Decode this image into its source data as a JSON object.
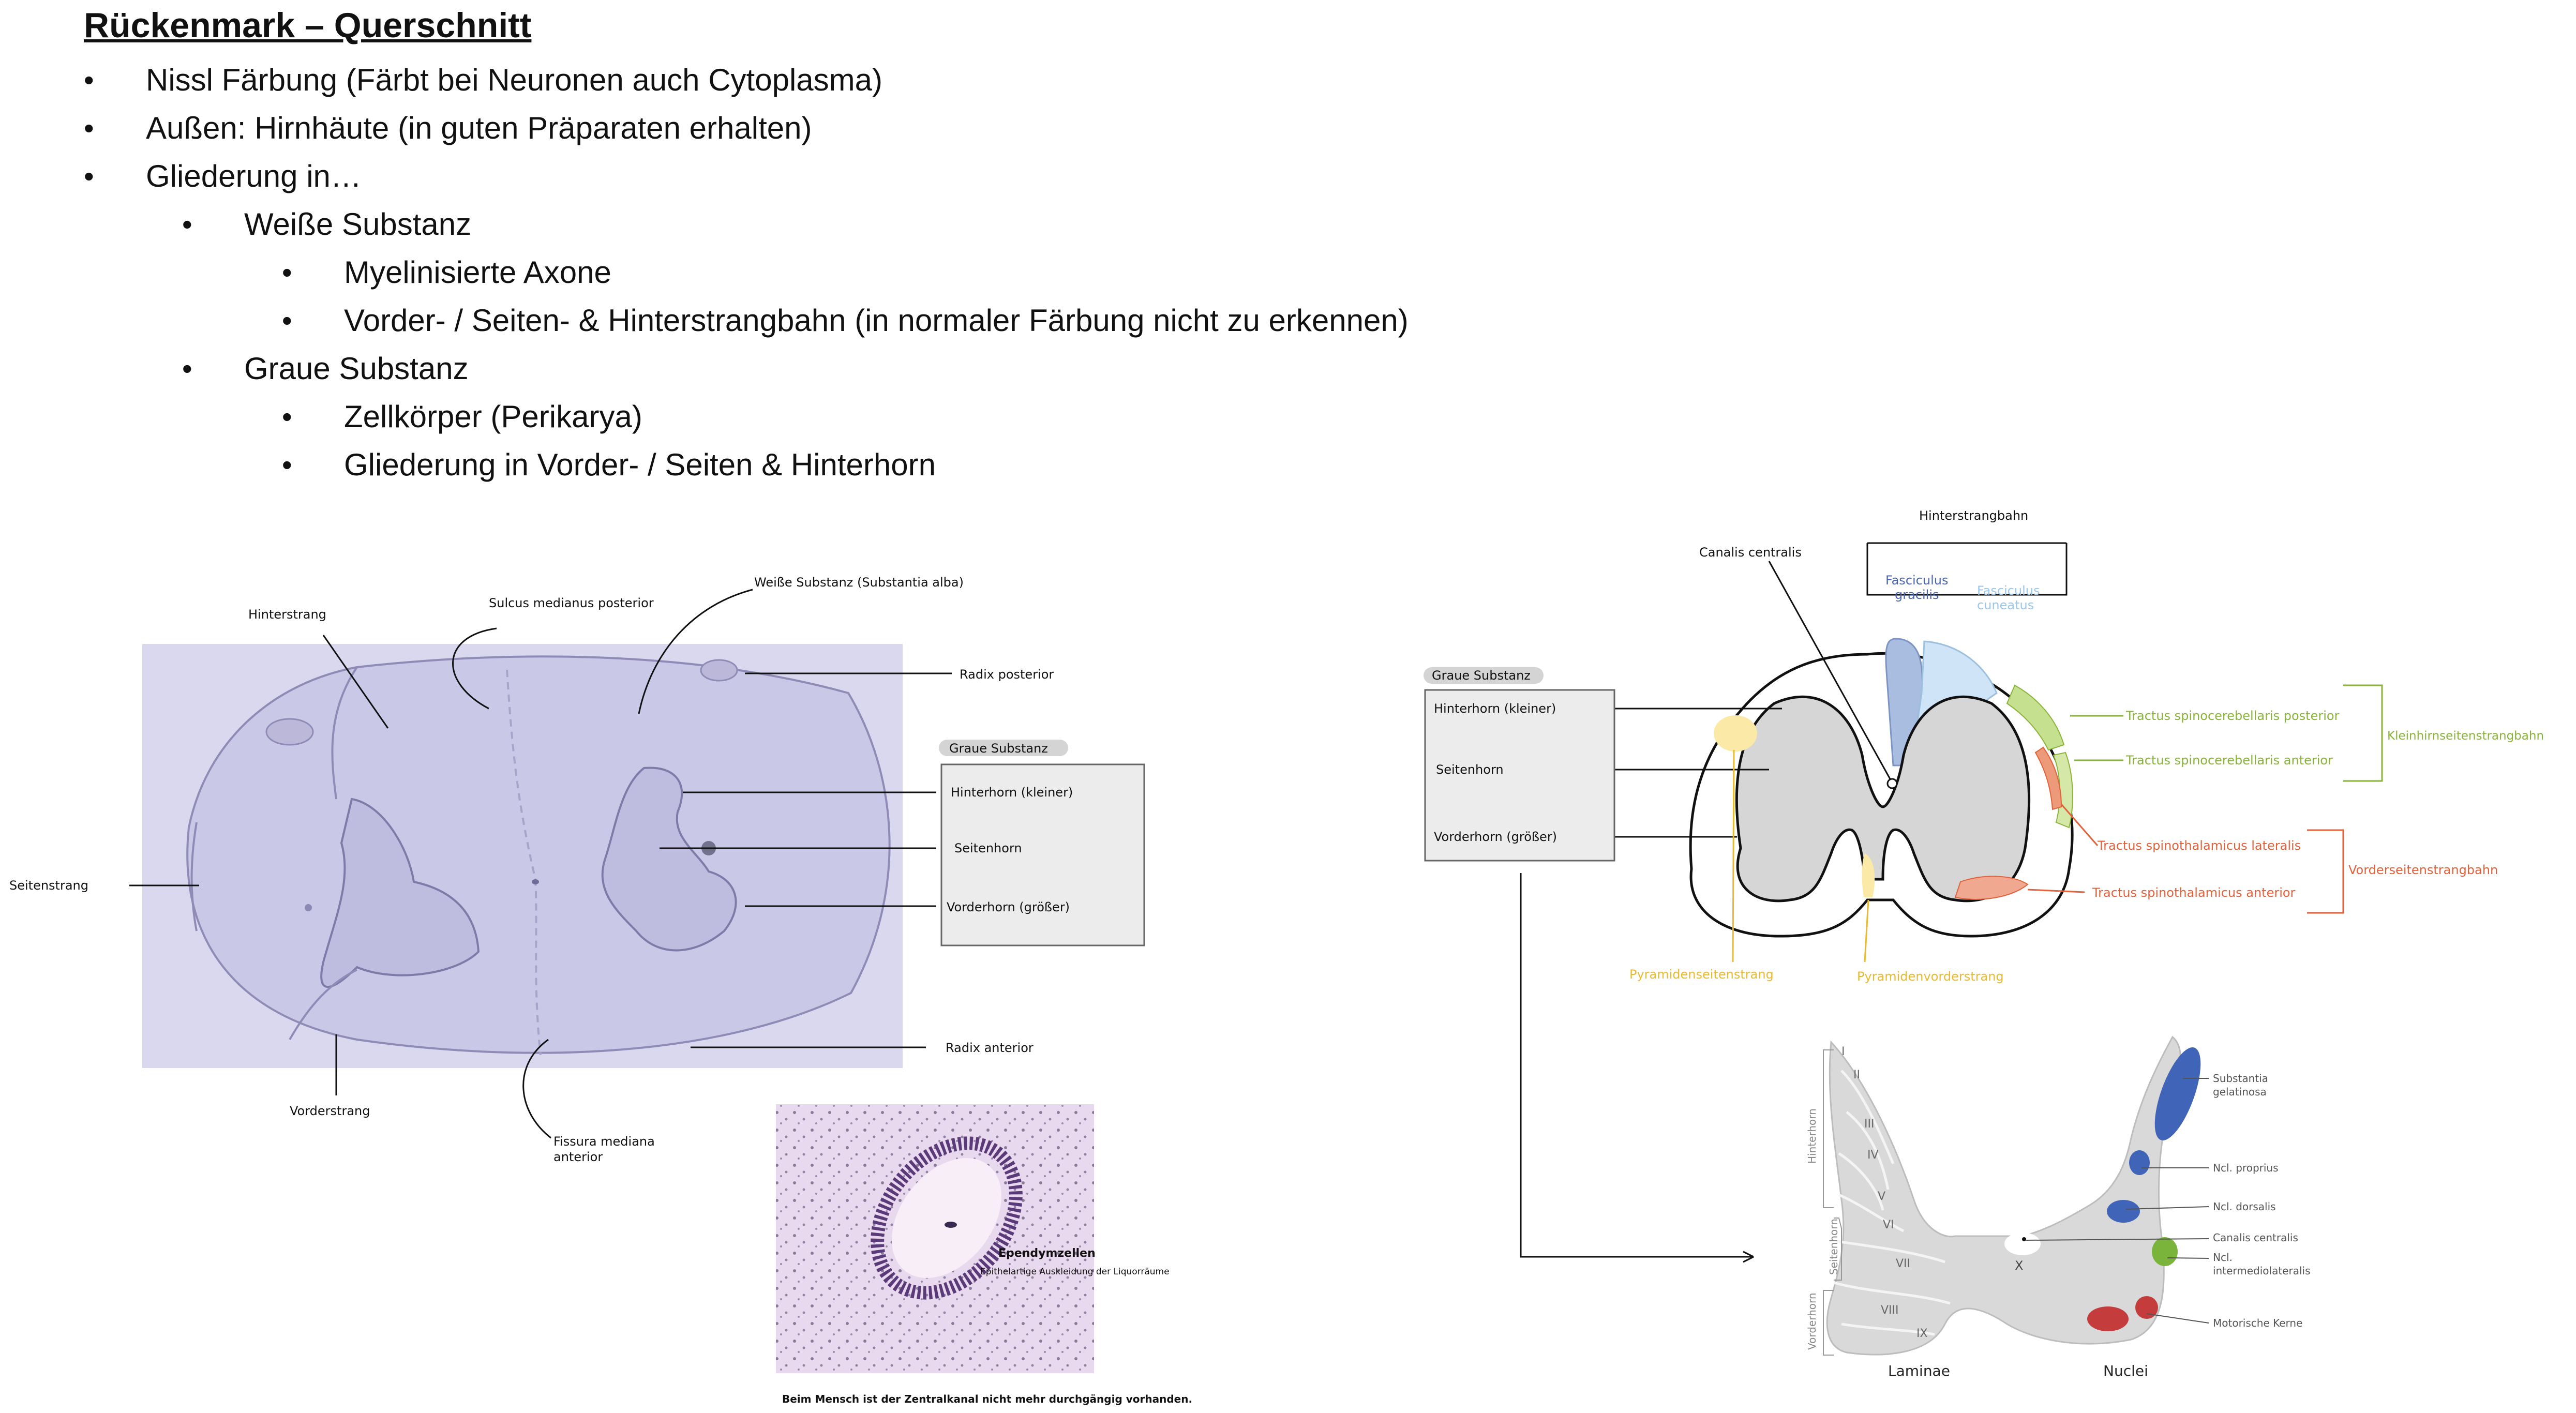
{
  "title": "Rückenmark – Querschnitt",
  "bullets": [
    {
      "level": 1,
      "text": "Nissl Färbung (Färbt bei Neuronen auch Cytoplasma)"
    },
    {
      "level": 1,
      "text": "Außen: Hirnhäute (in guten Präparaten erhalten)"
    },
    {
      "level": 1,
      "text": "Gliederung in…"
    },
    {
      "level": 2,
      "text": "Weiße Substanz"
    },
    {
      "level": 3,
      "text": "Myelinisierte Axone"
    },
    {
      "level": 3,
      "text": "Vorder- / Seiten- & Hinterstrangbahn (in normaler Färbung nicht zu erkennen)"
    },
    {
      "level": 2,
      "text": "Graue Substanz"
    },
    {
      "level": 3,
      "text": "Zellkörper (Perikarya)"
    },
    {
      "level": 3,
      "text": "Gliederung in Vorder- / Seiten & Hinterhorn"
    }
  ],
  "histology": {
    "hinterstrang": "Hinterstrang",
    "sulcus": "Sulcus medianus posterior",
    "weisse": "Weiße Substanz (Substantia alba)",
    "radix_posterior": "Radix posterior",
    "graue_title": "Graue Substanz",
    "hinterhorn": "Hinterhorn (kleiner)",
    "seitenhorn": "Seitenhorn",
    "vorderhorn": "Vorderhorn (größer)",
    "seitenstrang": "Seitenstrang",
    "radix_anterior": "Radix anterior",
    "vorderstrang": "Vorderstrang",
    "fissura_1": "Fissura mediana",
    "fissura_2": "anterior"
  },
  "ependym": {
    "label": "Ependymzellen",
    "sub": "Epithelartige Auskleidung der Liquorräume",
    "caption": "Beim Mensch ist der Zentralkanal nicht mehr durchgängig vorhanden."
  },
  "schema": {
    "hinterstrangbahn": "Hinterstrangbahn",
    "canalis": "Canalis centralis",
    "gracilis_1": "Fasciculus",
    "gracilis_2": "gracilis",
    "cuneatus_1": "Fasciculus",
    "cuneatus_2": "cuneatus",
    "graue_title": "Graue Substanz",
    "hinterhorn": "Hinterhorn (kleiner)",
    "seitenhorn": "Seitenhorn",
    "vorderhorn": "Vorderhorn (größer)",
    "scp": "Tractus spinocerebellaris posterior",
    "sca": "Tractus spinocerebellaris anterior",
    "kleinhirn": "Kleinhirnseitenstrangbahn",
    "stl": "Tractus spinothalamicus lateralis",
    "sta": "Tractus spinothalamicus anterior",
    "vorderseiten": "Vorderseitenstrangbahn",
    "pyr_seiten": "Pyramidenseitenstrang",
    "pyr_vorder": "Pyramidenvorderstrang"
  },
  "laminae": {
    "numerals": [
      "I",
      "II",
      "III",
      "IV",
      "V",
      "VI",
      "VII",
      "VIII",
      "IX",
      "X"
    ],
    "hinterhorn": "Hinterhorn",
    "seitenhorn": "Seitenhorn",
    "vorderhorn": "Vorderhorn",
    "laminae_label": "Laminae",
    "nuclei_label": "Nuclei",
    "sg_1": "Substantia",
    "sg_2": "gelatinosa",
    "proprius": "Ncl. proprius",
    "dorsalis": "Ncl. dorsalis",
    "canalis": "Canalis centralis",
    "iml_1": "Ncl.",
    "iml_2": "intermediolateralis",
    "motor": "Motorische Kerne"
  },
  "colors": {
    "stain": "#c9c8e6",
    "gracilis": "#a9bde0",
    "cuneatus": "#cfe4f6",
    "cerebellar": "#8ab33a",
    "spinothalamic": "#e0613a",
    "pyramidal": "#e9b930",
    "blue_nucleus": "#3f64b8",
    "green_nucleus": "#7bb43a",
    "red_nucleus": "#c43c3c"
  }
}
